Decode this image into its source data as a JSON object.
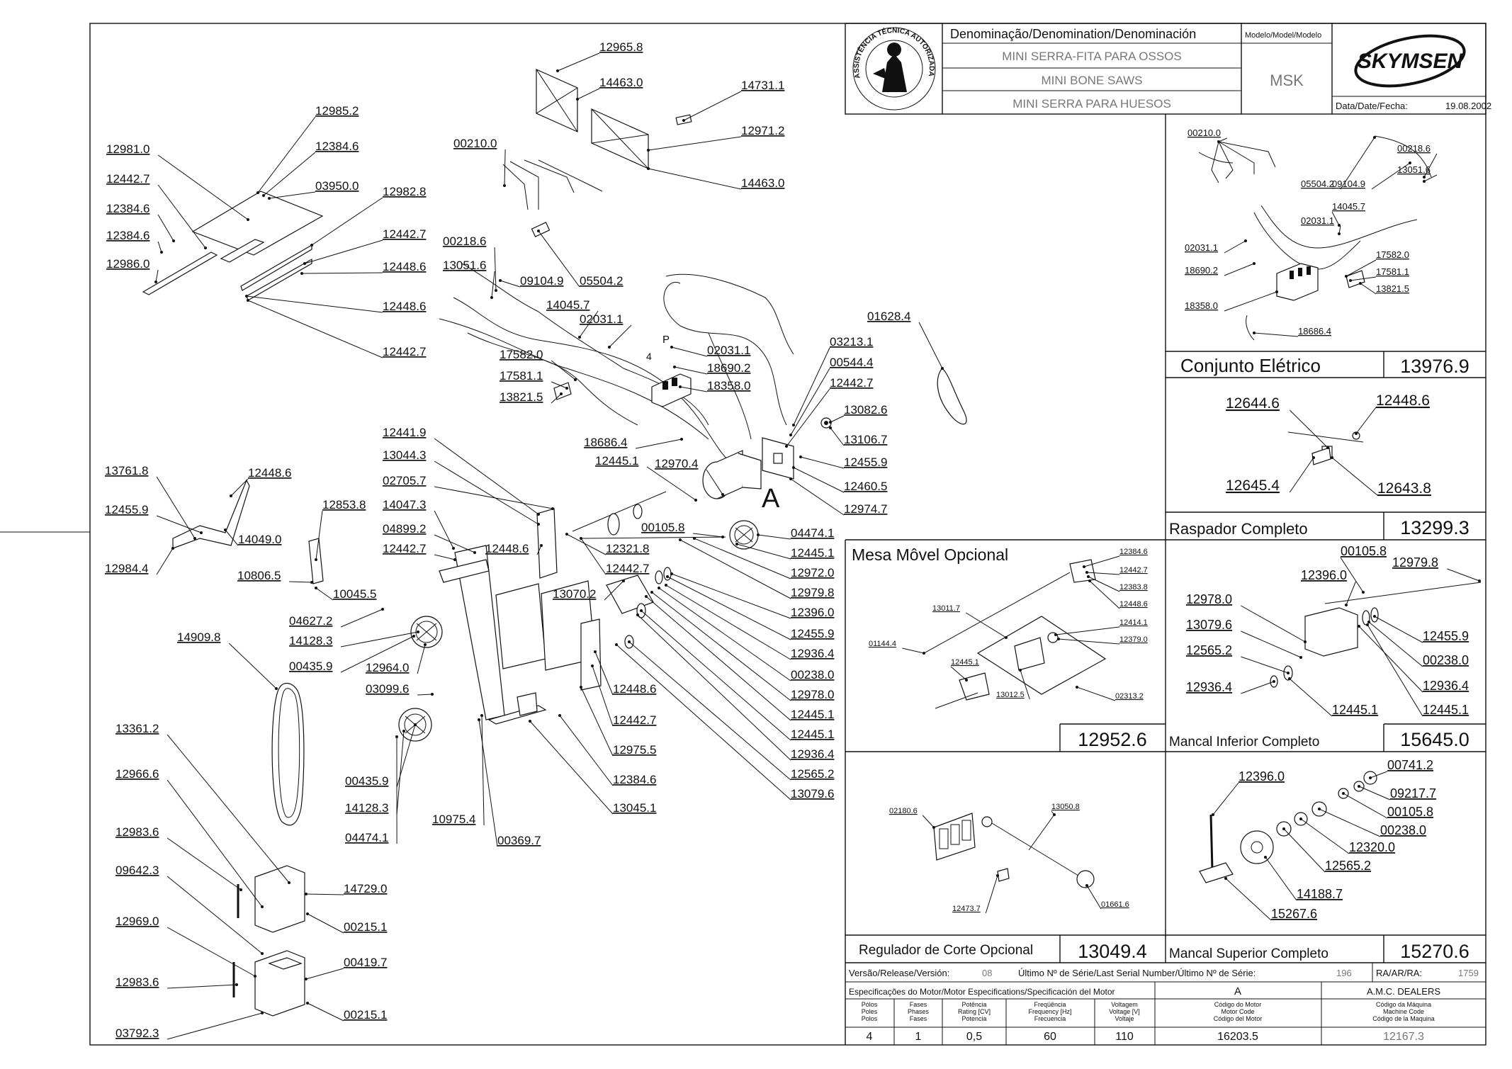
{
  "brand": "SKYMSEN",
  "seal_text": "ASSISTÊNCIA TÉCNICA AUTORIZADA",
  "header": {
    "denomination_label": "Denominação/Denomination/Denominación",
    "model_label": "Modelo/Model/Modelo",
    "name_pt": "MINI SERRA-FITA PARA OSSOS",
    "name_en": "MINI BONE SAWS",
    "name_es": "MINI SERRA PARA HUESOS",
    "model": "MSK",
    "date_label": "Data/Date/Fecha:",
    "date": "19.08.2002"
  },
  "assemblies": {
    "electrical": {
      "title": "Conjunto Elétrico",
      "code": "13976.9"
    },
    "scraper": {
      "title": "Raspador Completo",
      "code": "13299.3"
    },
    "mobile_table": {
      "title": "Mesa Môvel Opcional",
      "code": "12952.6"
    },
    "lower_bearing": {
      "title": "Mancal Inferior Completo",
      "code": "15645.0"
    },
    "cut_regulator": {
      "title": "Regulador de Corte Opcional",
      "code": "13049.4"
    },
    "upper_bearing": {
      "title": "Mancal Superior Completo",
      "code": "15270.6"
    }
  },
  "footer": {
    "version_label": "Versão/Release/Versión:",
    "version": "08",
    "serial_label": "Último Nº de Série/Last Serial Number/Último Nº de Série:",
    "serial": "196",
    "ra_label": "RA/AR/RA:",
    "ra": "1759",
    "motor_spec_label": "Especificações do Motor/Motor Especifications/Specificación del Motor",
    "motor_letter": "A",
    "dealer": "A.M.C. DEALERS",
    "col_headers": [
      "Pólos\nPoles\nPolos",
      "Fases\nPhases\nFases",
      "Potência\nRating [CV]\nPotencia",
      "Freqüência\nFrequency [Hz]\nFrecuencia",
      "Voltagem\nVoltage [V]\nVoltaje",
      "Código do Motor\nMotor Code\nCódigo del Motor",
      "Código da Máquina\nMachine Code\nCódigo de la Maquina"
    ],
    "values": [
      "4",
      "1",
      "0,5",
      "60",
      "110",
      "16203.5",
      "12167.3"
    ]
  },
  "view_label": "A",
  "wiring_labels": {
    "p": "P",
    "four": "4"
  },
  "labels_main": [
    "12965.8",
    "14463.0",
    "14731.1",
    "12971.2",
    "14463.0",
    "00210.0",
    "12985.2",
    "12384.6",
    "03950.0",
    "12981.0",
    "12442.7",
    "12384.6",
    "12384.6",
    "12986.0",
    "12982.8",
    "12442.7",
    "12448.6",
    "12448.6",
    "12442.7",
    "00218.6",
    "13051.6",
    "09104.9",
    "05504.2",
    "14045.7",
    "02031.1",
    "17582.0",
    "17581.1",
    "13821.5",
    "02031.1",
    "18690.2",
    "18358.0",
    "18686.4",
    "01628.4",
    "03213.1",
    "00544.4",
    "12442.7",
    "13082.6",
    "13106.7",
    "12455.9",
    "12460.5",
    "12974.7",
    "12445.1",
    "12970.4",
    "12441.9",
    "13044.3",
    "02705.7",
    "14047.3",
    "04899.2",
    "12442.7",
    "12448.6",
    "12321.8",
    "12442.7",
    "13070.2",
    "00105.8",
    "04474.1",
    "12445.1",
    "12972.0",
    "12979.8",
    "12396.0",
    "12455.9",
    "12936.4",
    "00238.0",
    "12978.0",
    "12445.1",
    "12445.1",
    "12936.4",
    "12565.2",
    "13079.6",
    "13761.8",
    "12448.6",
    "12455.9",
    "14049.0",
    "12984.4",
    "12853.8",
    "10806.5",
    "10045.5",
    "04627.2",
    "14128.3",
    "00435.9",
    "12964.0",
    "03099.6",
    "14909.8",
    "12448.6",
    "12442.7",
    "12975.5",
    "12384.6",
    "13045.1",
    "00435.9",
    "14128.3",
    "04474.1",
    "10975.4",
    "00369.7",
    "13361.2",
    "12966.6",
    "12983.6",
    "09642.3",
    "12969.0",
    "12983.6",
    "03792.3",
    "14729.0",
    "00215.1",
    "00419.7",
    "00215.1"
  ],
  "labels_electrical": [
    "00210.0",
    "00218.6",
    "13051.6",
    "05504.2",
    "09104.9",
    "14045.7",
    "02031.1",
    "02031.1",
    "18690.2",
    "17582.0",
    "17581.1",
    "13821.5",
    "18358.0",
    "18686.4"
  ],
  "labels_scraper": [
    "12644.6",
    "12448.6",
    "12645.4",
    "12643.8"
  ],
  "labels_table": [
    "12384.6",
    "12442.7",
    "12383.8",
    "12448.6",
    "13011.7",
    "12414.1",
    "12379.0",
    "01144.4",
    "12445.1",
    "13012.5",
    "02313.2"
  ],
  "labels_lower": [
    "00105.8",
    "12979.8",
    "12396.0",
    "12978.0",
    "13079.6",
    "12455.9",
    "12565.2",
    "00238.0",
    "12936.4",
    "12936.4",
    "12445.1",
    "12445.1"
  ],
  "labels_regulator": [
    "02180.6",
    "13050.8",
    "12473.7",
    "01661.6"
  ],
  "labels_upper": [
    "12396.0",
    "00741.2",
    "09217.7",
    "00105.8",
    "00238.0",
    "12320.0",
    "12565.2",
    "14188.7",
    "15267.6"
  ]
}
